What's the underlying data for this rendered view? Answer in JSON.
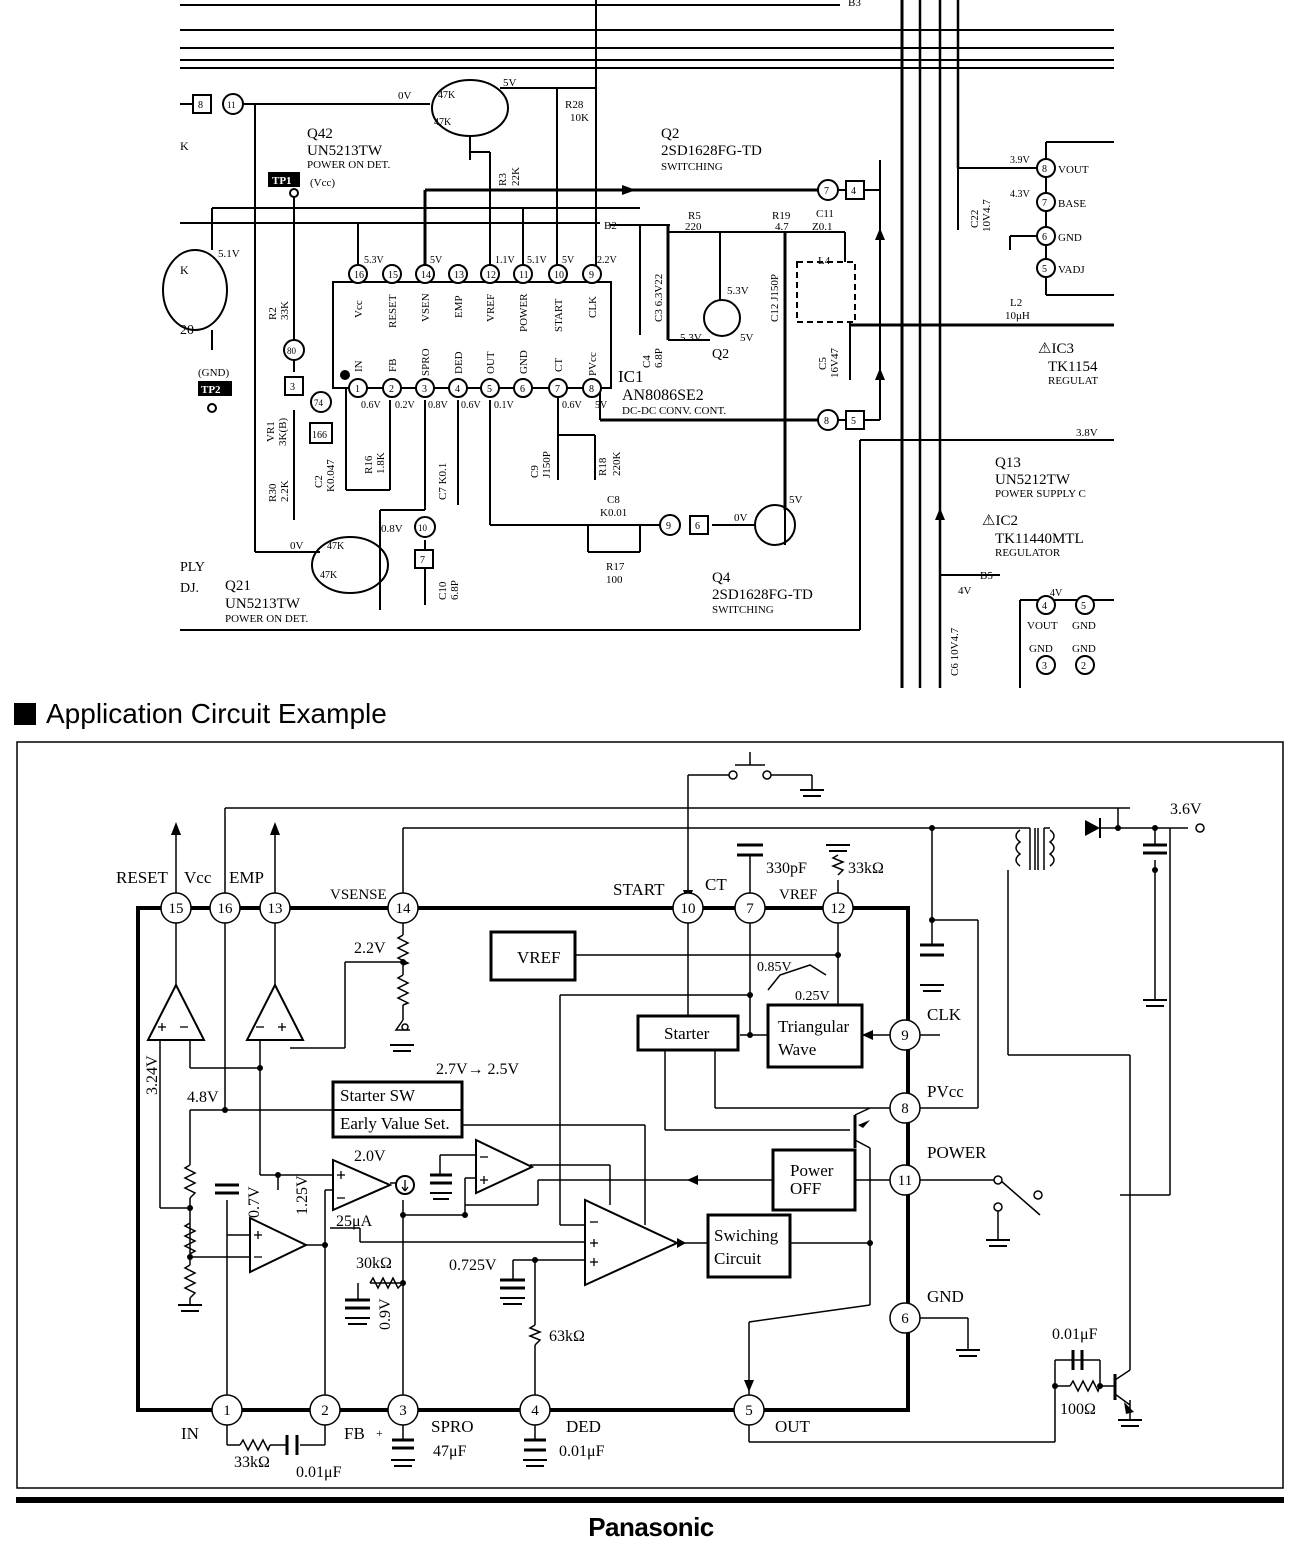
{
  "heading": {
    "title": "Application Circuit Example"
  },
  "footer": {
    "logo": "Panasonic"
  },
  "schematic": {
    "ic1": {
      "ref": "IC1",
      "part": "AN8086SE2",
      "desc": "DC-DC CONV. CONT."
    },
    "ic1_top_pins": [
      {
        "num": "16",
        "name": "Vcc",
        "volt": "5.3V"
      },
      {
        "num": "15",
        "name": "RESET",
        "volt": ""
      },
      {
        "num": "14",
        "name": "VSEN",
        "volt": "5V"
      },
      {
        "num": "13",
        "name": "EMP",
        "volt": ""
      },
      {
        "num": "12",
        "name": "VREF",
        "volt": "1.1V"
      },
      {
        "num": "11",
        "name": "POWER",
        "volt": "5.1V"
      },
      {
        "num": "10",
        "name": "START",
        "volt": "5V"
      },
      {
        "num": "9",
        "name": "CLK",
        "volt": "2.2V"
      }
    ],
    "ic1_bottom_pins": [
      {
        "num": "1",
        "name": "IN",
        "volt": "0.6V"
      },
      {
        "num": "2",
        "name": "FB",
        "volt": "0.2V"
      },
      {
        "num": "3",
        "name": "SPRO",
        "volt": "0.8V"
      },
      {
        "num": "4",
        "name": "DED",
        "volt": "0.6V"
      },
      {
        "num": "5",
        "name": "OUT",
        "volt": "0.1V"
      },
      {
        "num": "6",
        "name": "GND",
        "volt": ""
      },
      {
        "num": "7",
        "name": "CT",
        "volt": "0.6V"
      },
      {
        "num": "8",
        "name": "PVcc",
        "volt": "5V"
      }
    ],
    "q42": {
      "ref": "Q42",
      "part": "UN5213TW",
      "desc": "POWER ON DET.",
      "r1": "47K",
      "r2": "47K"
    },
    "q21": {
      "ref": "Q21",
      "part": "UN5213TW",
      "desc": "POWER ON DET.",
      "r1": "47K",
      "r2": "47K"
    },
    "q2": {
      "ref": "Q2",
      "part": "2SD1628FG-TD",
      "desc": "SWITCHING",
      "label": "Q2"
    },
    "q4": {
      "ref": "Q4",
      "part": "2SD1628FG-TD",
      "desc": "SWITCHING"
    },
    "q13": {
      "ref": "Q13",
      "part": "UN5212TW",
      "desc": "POWER SUPPLY C"
    },
    "ic2": {
      "ref": "⚠IC2",
      "part": "TK11440MTL",
      "desc": "REGULATOR"
    },
    "ic3": {
      "ref": "⚠IC3",
      "part": "TK1154",
      "desc": "REGULAT"
    },
    "ic3_pins": [
      {
        "num": "8",
        "name": "VOUT",
        "volt": "3.9V"
      },
      {
        "num": "7",
        "name": "BASE",
        "volt": "4.3V"
      },
      {
        "num": "6",
        "name": "GND",
        "volt": ""
      },
      {
        "num": "5",
        "name": "VADJ",
        "volt": ""
      }
    ],
    "ic2_pins": [
      {
        "num": "4",
        "name": "VOUT",
        "volt": "4V"
      },
      {
        "num": "5",
        "name": "GND",
        "volt": ""
      },
      {
        "num": "3",
        "name": "GND",
        "volt": ""
      },
      {
        "num": "2",
        "name": "GND",
        "volt": ""
      }
    ],
    "labels": {
      "tp1": "TP1",
      "tp1_sub": "(Vcc)",
      "tp2": "TP2",
      "tp2_sub": "(GND)",
      "r28": "R28",
      "r28v": "10K",
      "r3": "R3",
      "r3v": "22K",
      "r5": "R5",
      "r5v": "220",
      "r19": "R19",
      "r19v": "4.7",
      "c11": "C11",
      "c11v": "Z0.1",
      "c3": "C3 6.3V22",
      "c4": "C4",
      "c4v": "6.8P",
      "c12": "C12 J150P",
      "l4": "L4",
      "c5": "C5",
      "c5v": "16V47",
      "l2": "L2",
      "l2v": "10μH",
      "c22": "C22",
      "c22v": "10V4.7",
      "c6": "C6 10V4.7",
      "r2": "R2",
      "r2v": "33K",
      "vr1": "VR1",
      "vr1v": "3K(B)",
      "r30": "R30",
      "r30v": "2.2K",
      "c2": "C2",
      "c2v": "K0.047",
      "r16": "R16",
      "r16v": "1.8K",
      "c7": "C7 K0.1",
      "c9": "C9",
      "c9v": "J150P",
      "r18": "R18",
      "r18v": "220K",
      "c8": "C8",
      "c8v": "K0.01",
      "r17": "R17",
      "r17v": "100",
      "c10": "C10",
      "c10v": "6.8P",
      "b2": "B2",
      "b3": "B3",
      "b5": "B5",
      "v0a": "0V",
      "v5a": "5V",
      "v51": "5.1V",
      "v0b": "0V",
      "v08": "0.8V",
      "v53": "5.3V",
      "v53b": "5.3V",
      "v5b": "5V",
      "v0c": "0V",
      "v5c": "5V",
      "v38": "3.8V",
      "v4": "4V",
      "ply": "PLY",
      "dj": "DJ.",
      "k": "K",
      "tk": "K",
      "t20": "20",
      "tp_80": "80",
      "tp_3": "3",
      "tp_74": "74",
      "tp_166": "166",
      "tp_10": "10",
      "tp_7": "7",
      "tp_9": "9",
      "tp_6": "6",
      "tp_8": "8",
      "tp_11": "11",
      "tp_7b": "7",
      "tp_4": "4",
      "tp_8b": "8",
      "tp_5": "5"
    }
  },
  "app_circuit": {
    "top_pins": [
      {
        "num": "15",
        "name": "RESET"
      },
      {
        "num": "16",
        "name": "Vcc"
      },
      {
        "num": "13",
        "name": "EMP"
      },
      {
        "num": "14",
        "name": "VSENSE"
      },
      {
        "num": "10",
        "name": "START"
      },
      {
        "num": "7",
        "name": "CT"
      },
      {
        "num": "12",
        "name": "VREF"
      }
    ],
    "right_pins": [
      {
        "num": "9",
        "name": "CLK"
      },
      {
        "num": "8",
        "name": "PVcc"
      },
      {
        "num": "11",
        "name": "POWER"
      },
      {
        "num": "6",
        "name": "GND"
      }
    ],
    "bottom_pins": [
      {
        "num": "1",
        "name": "IN"
      },
      {
        "num": "2",
        "name": "FB"
      },
      {
        "num": "3",
        "name": "SPRO"
      },
      {
        "num": "4",
        "name": "DED"
      },
      {
        "num": "5",
        "name": "OUT"
      }
    ],
    "blocks": {
      "vref": "VREF",
      "starter": "Starter",
      "tri1": "Triangular",
      "tri2": "Wave",
      "sw1": "Starter SW",
      "sw2": "Early Value Set.",
      "poff1": "Power",
      "poff2": "OFF",
      "swc1": "Swiching",
      "swc2": "Circuit"
    },
    "values": {
      "v36": "3.6V",
      "c330": "330pF",
      "r33k": "33kΩ",
      "v22": "2.2V",
      "v085": "0.85V",
      "v025": "0.25V",
      "v27": "2.7V→ 2.5V",
      "v48": "4.8V",
      "v324": "3.24V",
      "v20": "2.0V",
      "v07": "0.7V",
      "v125": "1.25V",
      "i25": "25μA",
      "r30k": "30kΩ",
      "v09": "0.9V",
      "v0725": "0.725V",
      "r63k": "63kΩ",
      "c001a": "0.01μF",
      "r100": "100Ω",
      "r33kb": "33kΩ",
      "c001b": "0.01μF",
      "c47": "47μF",
      "c001c": "0.01μF"
    }
  }
}
